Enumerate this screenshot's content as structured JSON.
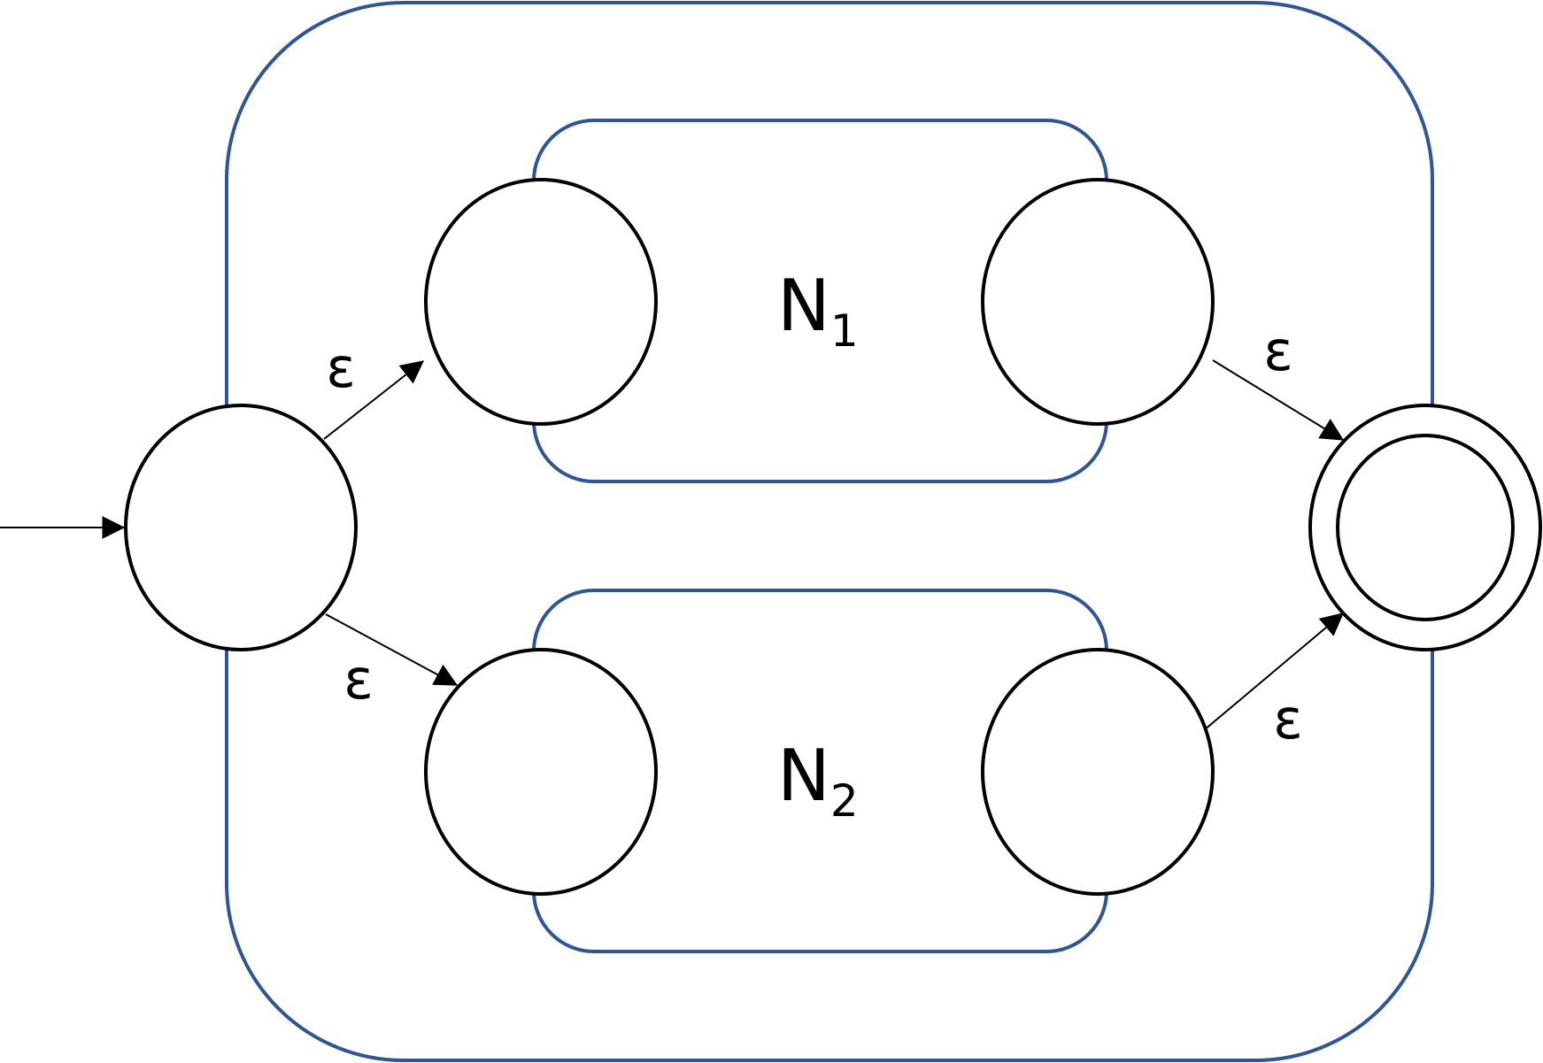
{
  "diagram": {
    "colors": {
      "container_stroke": "#2f5597",
      "state_stroke": "#000000",
      "background": "#ffffff"
    },
    "subautomata": [
      {
        "name": "N",
        "subscript": "1"
      },
      {
        "name": "N",
        "subscript": "2"
      }
    ],
    "transitions": [
      {
        "label": "ε"
      },
      {
        "label": "ε"
      },
      {
        "label": "ε"
      },
      {
        "label": "ε"
      }
    ]
  }
}
